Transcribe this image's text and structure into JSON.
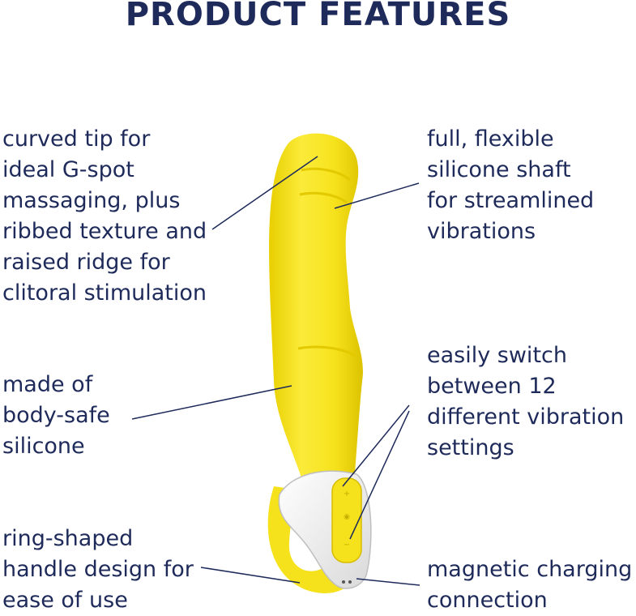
{
  "title": "PRODUCT FEATURES",
  "features": [
    {
      "text": "curved tip for\nideal G-spot\nmassaging, plus\nribbed texture and\nraised ridge for\nclitoral stimulation"
    },
    {
      "text": "full, flexible\nsilicone shaft\nfor streamlined\nvibrations"
    },
    {
      "text": "made of\nbody-safe\nsilicone"
    },
    {
      "text": "easily switch\nbetween 12\ndifferent vibration\nsettings"
    },
    {
      "text": "ring-shaped\nhandle design for\nease of use"
    },
    {
      "text": "magnetic charging\nconnection"
    }
  ],
  "colors": {
    "text": "#1e2a5a",
    "product_yellow": "#f5e21c",
    "handle_white": "#f2f2f2"
  }
}
